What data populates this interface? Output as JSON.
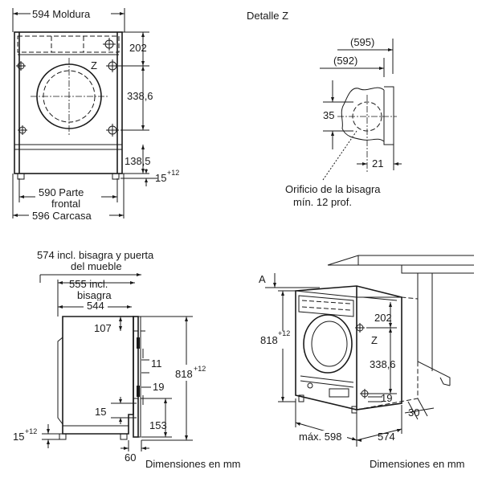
{
  "front_view": {
    "dim_moldura": "594 Moldura",
    "dim_202": "202",
    "label_z": "Z",
    "dim_338": "338,6",
    "dim_138": "138,5",
    "dim_15": "15",
    "dim_15_sup": "+12",
    "dim_590_line1": "590 Parte",
    "dim_590_line2": "frontal",
    "dim_596": "596 Carcasa"
  },
  "detail_z": {
    "title": "Detalle Z",
    "dim_595": "(595)",
    "dim_592": "(592)",
    "dim_35": "35",
    "dim_21": "21",
    "note_line1": "Orificio de la bisagra",
    "note_line2": "mín. 12 prof."
  },
  "side_view": {
    "dim_574_line1": "574 incl. bisagra y puerta",
    "dim_574_line2": "del mueble",
    "dim_555_line1": "555 incl.",
    "dim_555_line2": "bisagra",
    "dim_544": "544",
    "dim_107": "107",
    "dim_11": "11",
    "dim_19": "19",
    "dim_15": "15",
    "dim_153": "153",
    "dim_818": "818",
    "dim_818_sup": "+12",
    "dim_15b": "15",
    "dim_15b_sup": "+12",
    "dim_60": "60",
    "units": "Dimensiones en mm"
  },
  "iso_view": {
    "label_a": "A",
    "dim_818": "818",
    "dim_818_sup": "+12",
    "dim_202": "202",
    "label_z": "Z",
    "dim_338": "338,6",
    "dim_19": "19",
    "dim_30": "30",
    "dim_max598": "máx. 598",
    "dim_574": "574",
    "units": "Dimensiones en mm"
  }
}
